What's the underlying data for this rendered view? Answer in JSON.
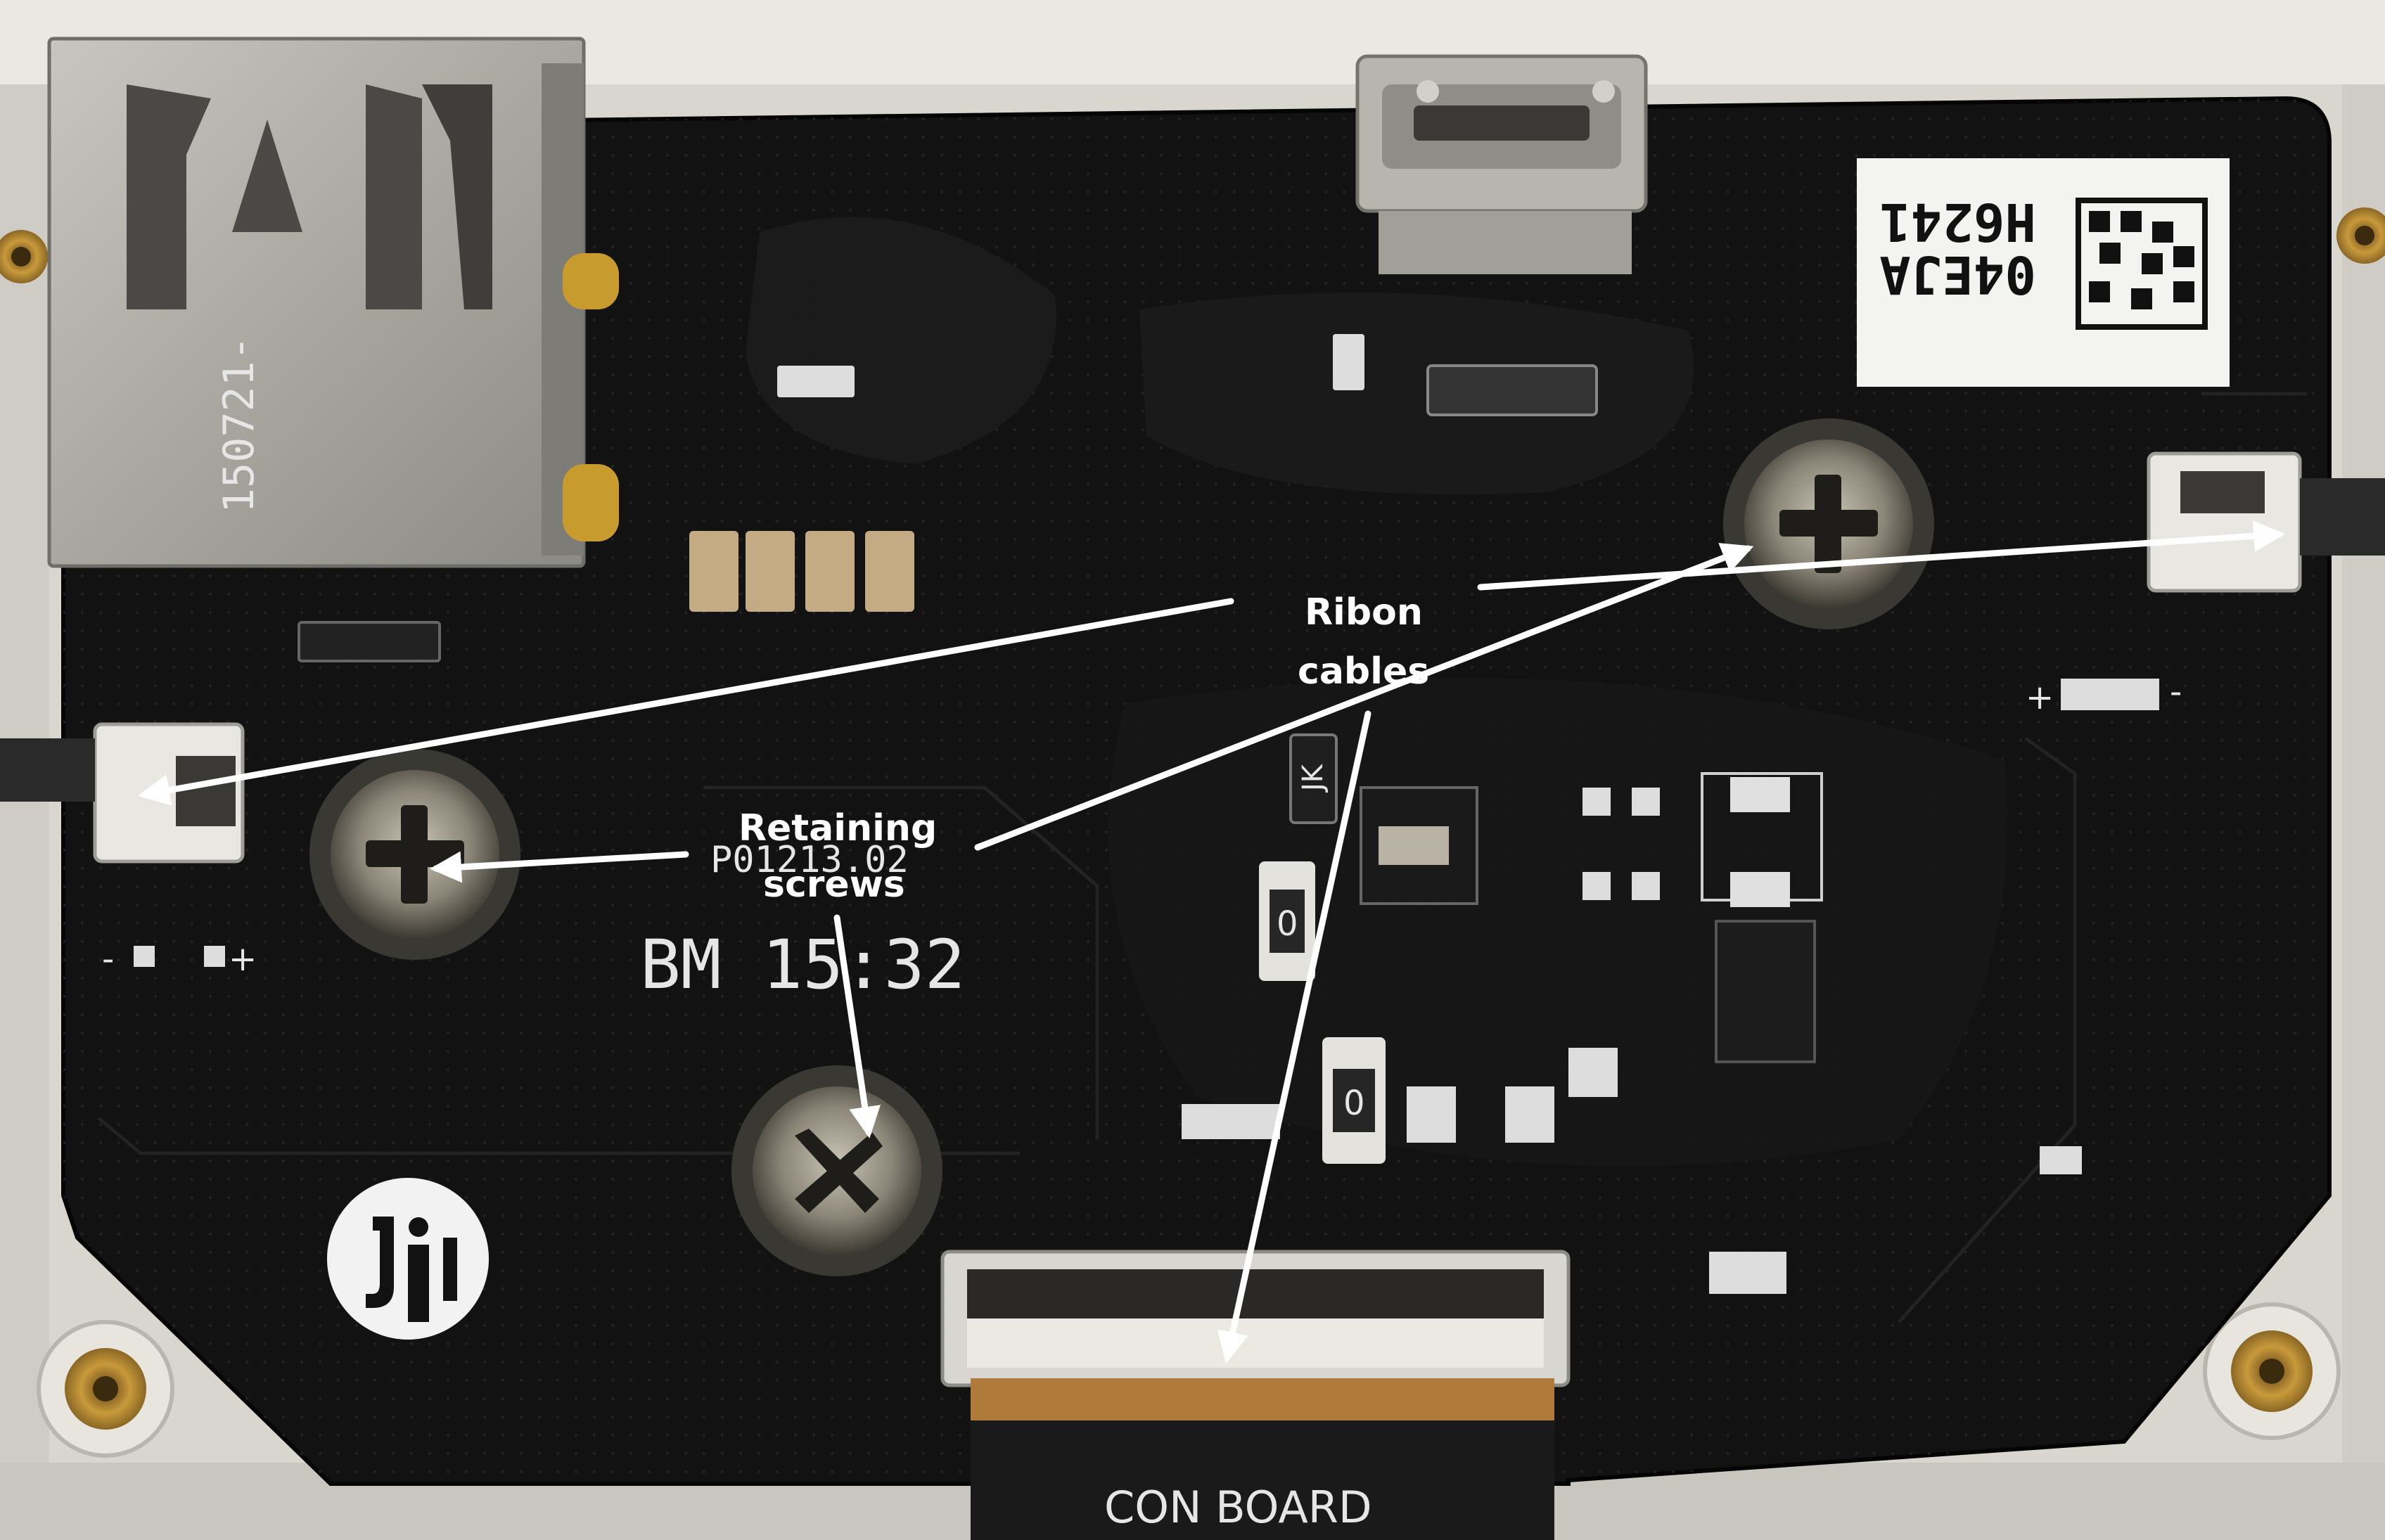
{
  "annotations": {
    "ribbon_cables": [
      "Ribon",
      "cables"
    ],
    "retaining_screws": [
      "Retaining",
      "screws"
    ]
  },
  "board_markings": {
    "part_number": "P01213.02",
    "batch_code": "BM 15:32",
    "connector_label": "CON BOARD",
    "usb_stamp": "150721-",
    "sticker_line1": "04EJA",
    "sticker_line2": "H6241",
    "resistor_code": "0",
    "ic_mark": "JK"
  },
  "colors": {
    "pcb": "#121212",
    "enclosure": "#d9d6cf",
    "arrow": "#ffffff",
    "annotation_text": "#ffffff"
  },
  "icons": [
    "dji-logo",
    "phillips-screw",
    "usb-port",
    "micro-usb-port",
    "brass-insert",
    "datamatrix-code"
  ]
}
